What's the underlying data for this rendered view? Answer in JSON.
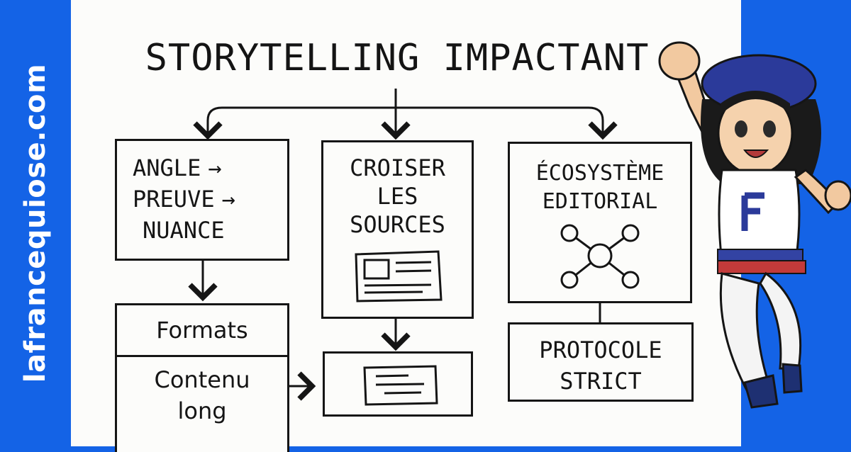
{
  "brand": "lafrancequiose.com",
  "title": "STORYTELLING IMPACTANT",
  "nodes": {
    "angle_box": {
      "lines": [
        "ANGLE",
        "PREUVE",
        "NUANCE"
      ],
      "arrow": "→"
    },
    "croiser_box": {
      "lines": [
        "CROISER",
        "LES",
        "SOURCES"
      ]
    },
    "ecosysteme_box": {
      "lines": [
        "ÉCOSYSTÈME",
        "EDITORIAL"
      ]
    },
    "formats_box": {
      "header": "Formats",
      "body": [
        "Contenu",
        "long"
      ]
    },
    "protocole_box": {
      "lines": [
        "PROTOCOLE",
        "STRICT"
      ]
    }
  },
  "mascot": {
    "shirt_letter": "F"
  },
  "colors": {
    "band_blue": "#1463e6",
    "ink": "#151515",
    "paper": "#fcfcfa",
    "beret": "#2b3a9a",
    "stripe_red": "#c23a3a",
    "stripe_blue": "#3343a3"
  }
}
